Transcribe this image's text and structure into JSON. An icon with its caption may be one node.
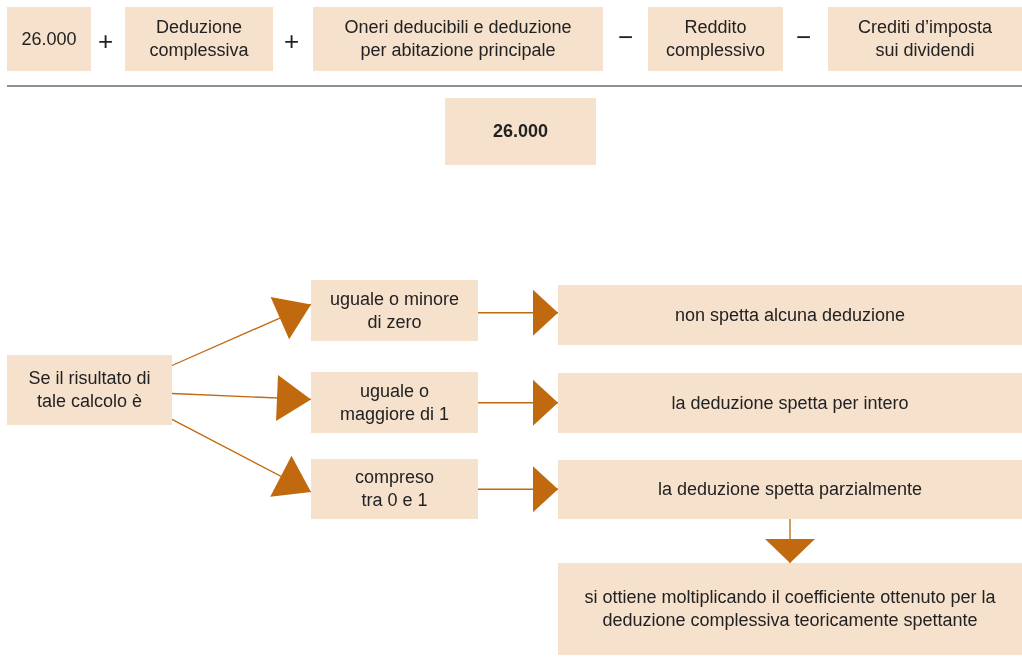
{
  "diagram": {
    "nodes": [
      {
        "text": [
          "26.000"
        ]
      },
      {
        "text": [
          "Deduzione complessiva"
        ]
      },
      {
        "text": [
          "Oneri deducibili e deduzione per abitazione principale"
        ]
      },
      {
        "text": [
          "Reddito complessivo"
        ]
      },
      {
        "text": [
          "Crediti d’imposta sui dividendi"
        ]
      },
      {
        "text": [
          "26.000"
        ]
      },
      {
        "text": [
          "Se il risultato di tale calcolo è"
        ]
      },
      {
        "text": [
          "uguale o minore di zero"
        ]
      },
      {
        "text": [
          "uguale o maggiore di 1"
        ]
      },
      {
        "text": [
          "compreso tra 0 e 1"
        ]
      },
      {
        "text": [
          "non spetta alcuna deduzione"
        ]
      },
      {
        "text": [
          "la deduzione spetta per intero"
        ]
      },
      {
        "text": [
          "la deduzione spetta parzialmente"
        ]
      },
      {
        "text": [
          "si ottiene moltiplicando il coefficiente ottenuto per la deduzione complessiva teoricamente spettante"
        ]
      }
    ],
    "edges": [
      {
        "from": 6,
        "to": 7,
        "arrow": "to"
      },
      {
        "from": 6,
        "to": 8,
        "arrow": "to"
      },
      {
        "from": 6,
        "to": 9,
        "arrow": "to"
      },
      {
        "from": 7,
        "to": 10,
        "arrow": "to"
      },
      {
        "from": 8,
        "to": 11,
        "arrow": "to"
      },
      {
        "from": 9,
        "to": 12,
        "arrow": "to"
      },
      {
        "from": 12,
        "to": 13,
        "arrow": "to"
      }
    ],
    "labels": [
      "+",
      "+",
      "−",
      "−"
    ]
  }
}
